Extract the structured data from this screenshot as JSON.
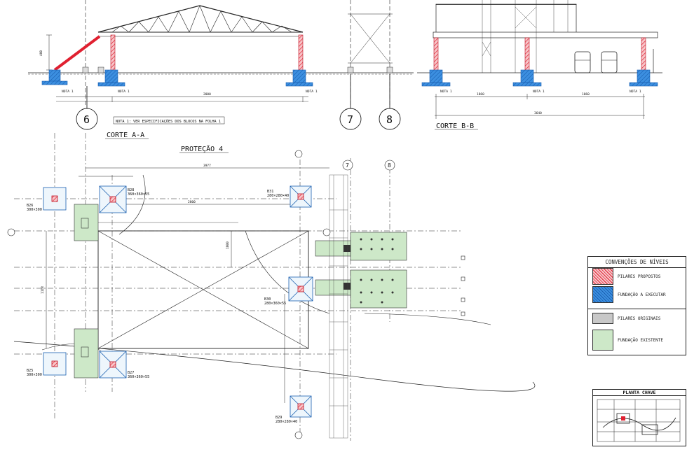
{
  "sections": {
    "corte_aa": "CORTE A-A",
    "corte_bb": "CORTE B-B",
    "protecao": "PROTEÇÃO 4"
  },
  "notes": {
    "nota1": "NOTA 1: VER ESPECIFICAÇÕES DOS BLOCOS NA FOLHA 1",
    "nota_tag": "NOTA 1"
  },
  "grid_labels": [
    "6",
    "7",
    "8"
  ],
  "dimensions": {
    "aa_span": "2000",
    "aa_left": "480",
    "bb_left": "1860",
    "bb_right": "1860",
    "bb_total": "3640",
    "plan_top": "3977",
    "plan_inner": "2800",
    "plan_v": "1118",
    "plan_left": "1800"
  },
  "piers": [
    {
      "id": "B28",
      "size": "360×360×55"
    },
    {
      "id": "B31",
      "size": "280×280×40"
    },
    {
      "id": "B26",
      "size": "300×300"
    },
    {
      "id": "B25",
      "size": "300×300"
    },
    {
      "id": "B27",
      "size": "360×360×55"
    },
    {
      "id": "B30",
      "size": "280×360×55"
    },
    {
      "id": "B29",
      "size": "280×280×40"
    }
  ],
  "legend": {
    "title": "CONVENÇÕES DE NÍVEIS",
    "items": [
      {
        "label": "PILARES PROPOSTOS",
        "color": "#e8545c"
      },
      {
        "label": "FUNDAÇÃO A EXECUTAR",
        "color": "#2f7fd0"
      },
      {
        "label": "PILARES ORIGINAIS",
        "color": "#c8c8c8"
      },
      {
        "label": "FUNDAÇÃO EXISTENTE",
        "color": "#cde8c8"
      }
    ]
  },
  "key_plan": {
    "title": "PLANTA CHAVE"
  }
}
